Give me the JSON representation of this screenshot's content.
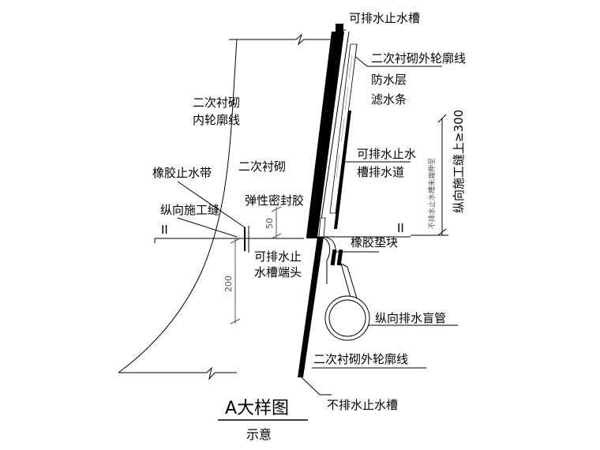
{
  "labels": {
    "drainable_groove": "可排水止水槽",
    "outer_contour_top": "二次衬砌外轮廓线",
    "waterproof_layer": "防水层",
    "filter_strip": "滤水条",
    "inner_contour_l1": "二次衬砌",
    "inner_contour_l2": "内轮廓线",
    "secondary_lining": "二次衬砌",
    "rubber_waterstop": "橡胶止水带",
    "groove_channel_l1": "可排水止水",
    "groove_channel_l2": "槽排水道",
    "elastic_sealant": "弹性密封胶",
    "longitudinal_joint": "纵向施工缝",
    "rubber_pad": "橡胶垫块",
    "groove_end_l1": "可排水止",
    "groove_end_l2": "水槽端头",
    "drain_pipe": "纵向排水盲管",
    "outer_contour_bottom": "二次衬砌外轮廓线",
    "non_drain_groove": "不排水止水槽",
    "section_mark_left": "II",
    "section_mark_right": "II",
    "dim_50": "50",
    "dim_200": "200",
    "vertical_main": "纵向施工缝上≥300",
    "vertical_small": "不排水止水槽末端伸至"
  },
  "title": "A大样图",
  "subtitle": "示意"
}
